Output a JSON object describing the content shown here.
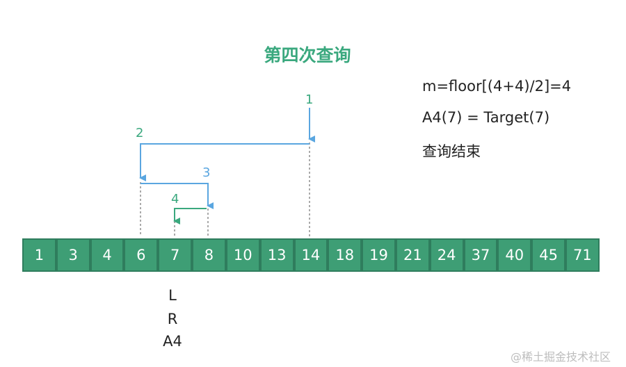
{
  "title": "第四次查询",
  "info": {
    "formula": "m=floor[(4+4)/2]=4",
    "compare": "A4(7) = Target(7)",
    "result": "查询结束"
  },
  "array": [
    "1",
    "3",
    "4",
    "6",
    "7",
    "8",
    "10",
    "13",
    "14",
    "18",
    "19",
    "21",
    "24",
    "37",
    "40",
    "45",
    "71"
  ],
  "steps": [
    {
      "label": "1",
      "color": "#5aa6e0"
    },
    {
      "label": "2",
      "color": "#5aa6e0"
    },
    {
      "label": "3",
      "color": "#5aa6e0"
    },
    {
      "label": "4",
      "color": "#3aa87e"
    }
  ],
  "pointers": {
    "left": "L",
    "right": "R",
    "mid": "A4"
  },
  "watermark": "@稀土掘金技术社区"
}
